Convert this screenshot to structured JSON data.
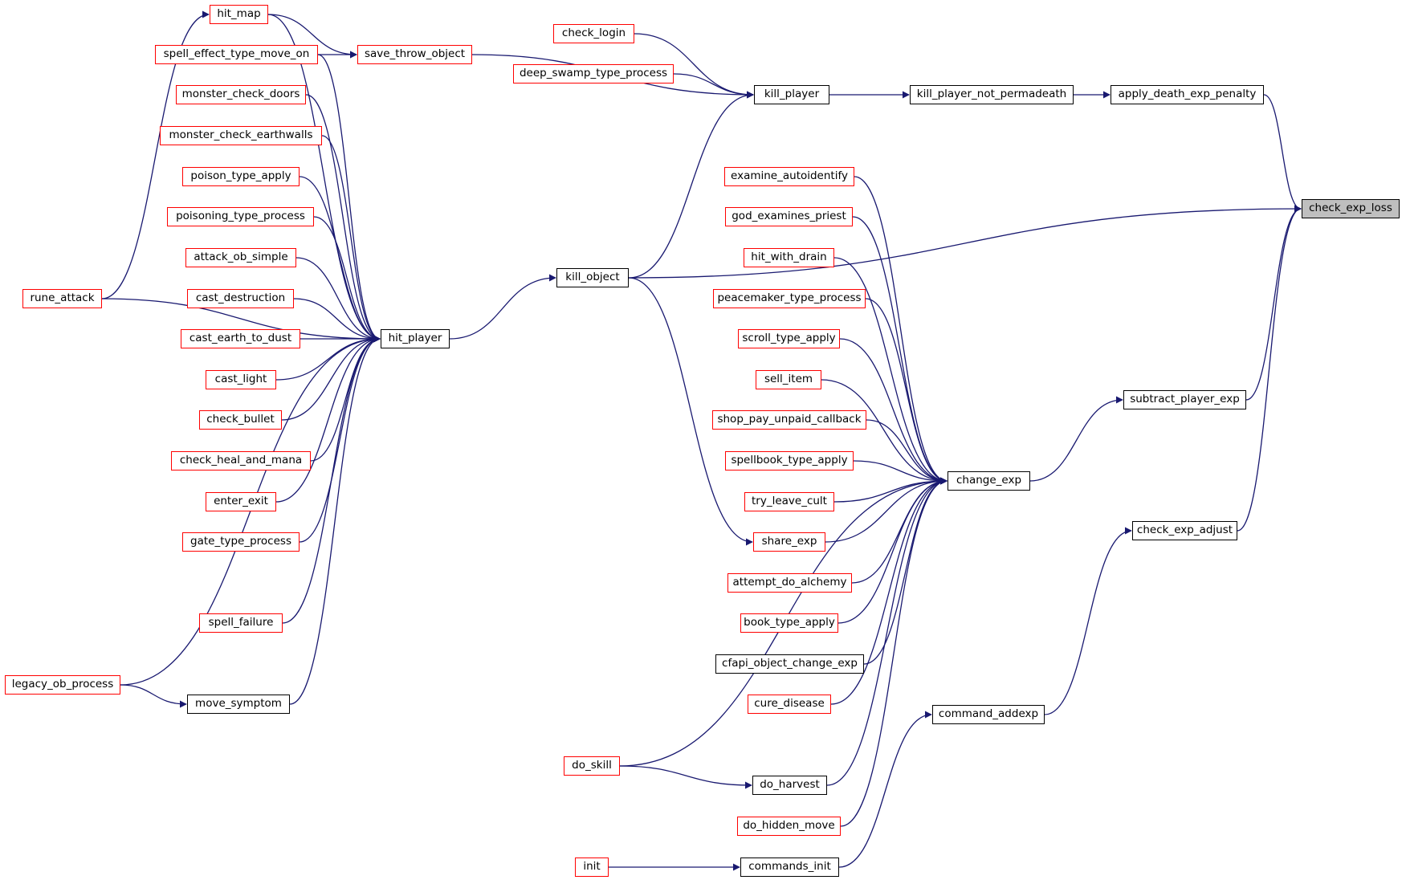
{
  "colors": {
    "edge": "#191970",
    "external_border": "#ff0000",
    "internal_border": "#000000",
    "focus_fill": "#bfbfbf"
  },
  "nodes": [
    {
      "id": "check_exp_loss",
      "label": "check_exp_loss",
      "style": "gray"
    },
    {
      "id": "apply_death_exp_penalty",
      "label": "apply_death_exp_penalty",
      "style": "black"
    },
    {
      "id": "kill_player_not_permadeath",
      "label": "kill_player_not_permadeath",
      "style": "black"
    },
    {
      "id": "kill_player",
      "label": "kill_player",
      "style": "black"
    },
    {
      "id": "check_login",
      "label": "check_login",
      "style": "red"
    },
    {
      "id": "deep_swamp_type_process",
      "label": "deep_swamp_type_process",
      "style": "red"
    },
    {
      "id": "save_throw_object",
      "label": "save_throw_object",
      "style": "red"
    },
    {
      "id": "hit_map",
      "label": "hit_map",
      "style": "red"
    },
    {
      "id": "spell_effect_type_move_on",
      "label": "spell_effect_type_move_on",
      "style": "red"
    },
    {
      "id": "monster_check_doors",
      "label": "monster_check_doors",
      "style": "red"
    },
    {
      "id": "monster_check_earthwalls",
      "label": "monster_check_earthwalls",
      "style": "red"
    },
    {
      "id": "poison_type_apply",
      "label": "poison_type_apply",
      "style": "red"
    },
    {
      "id": "poisoning_type_process",
      "label": "poisoning_type_process",
      "style": "red"
    },
    {
      "id": "attack_ob_simple",
      "label": "attack_ob_simple",
      "style": "red"
    },
    {
      "id": "cast_destruction",
      "label": "cast_destruction",
      "style": "red"
    },
    {
      "id": "cast_earth_to_dust",
      "label": "cast_earth_to_dust",
      "style": "red"
    },
    {
      "id": "cast_light",
      "label": "cast_light",
      "style": "red"
    },
    {
      "id": "check_bullet",
      "label": "check_bullet",
      "style": "red"
    },
    {
      "id": "check_heal_and_mana",
      "label": "check_heal_and_mana",
      "style": "red"
    },
    {
      "id": "enter_exit",
      "label": "enter_exit",
      "style": "red"
    },
    {
      "id": "gate_type_process",
      "label": "gate_type_process",
      "style": "red"
    },
    {
      "id": "spell_failure",
      "label": "spell_failure",
      "style": "red"
    },
    {
      "id": "legacy_ob_process",
      "label": "legacy_ob_process",
      "style": "red"
    },
    {
      "id": "move_symptom",
      "label": "move_symptom",
      "style": "black"
    },
    {
      "id": "rune_attack",
      "label": "rune_attack",
      "style": "red"
    },
    {
      "id": "hit_player",
      "label": "hit_player",
      "style": "black"
    },
    {
      "id": "kill_object",
      "label": "kill_object",
      "style": "black"
    },
    {
      "id": "examine_autoidentify",
      "label": "examine_autoidentify",
      "style": "red"
    },
    {
      "id": "god_examines_priest",
      "label": "god_examines_priest",
      "style": "red"
    },
    {
      "id": "hit_with_drain",
      "label": "hit_with_drain",
      "style": "red"
    },
    {
      "id": "peacemaker_type_process",
      "label": "peacemaker_type_process",
      "style": "red"
    },
    {
      "id": "scroll_type_apply",
      "label": "scroll_type_apply",
      "style": "red"
    },
    {
      "id": "sell_item",
      "label": "sell_item",
      "style": "red"
    },
    {
      "id": "shop_pay_unpaid_callback",
      "label": "shop_pay_unpaid_callback",
      "style": "red"
    },
    {
      "id": "spellbook_type_apply",
      "label": "spellbook_type_apply",
      "style": "red"
    },
    {
      "id": "try_leave_cult",
      "label": "try_leave_cult",
      "style": "red"
    },
    {
      "id": "share_exp",
      "label": "share_exp",
      "style": "red"
    },
    {
      "id": "attempt_do_alchemy",
      "label": "attempt_do_alchemy",
      "style": "red"
    },
    {
      "id": "book_type_apply",
      "label": "book_type_apply",
      "style": "red"
    },
    {
      "id": "cfapi_object_change_exp",
      "label": "cfapi_object_change_exp",
      "style": "black"
    },
    {
      "id": "cure_disease",
      "label": "cure_disease",
      "style": "red"
    },
    {
      "id": "do_skill",
      "label": "do_skill",
      "style": "red"
    },
    {
      "id": "do_harvest",
      "label": "do_harvest",
      "style": "black"
    },
    {
      "id": "do_hidden_move",
      "label": "do_hidden_move",
      "style": "red"
    },
    {
      "id": "init",
      "label": "init",
      "style": "red"
    },
    {
      "id": "commands_init",
      "label": "commands_init",
      "style": "black"
    },
    {
      "id": "change_exp",
      "label": "change_exp",
      "style": "black"
    },
    {
      "id": "subtract_player_exp",
      "label": "subtract_player_exp",
      "style": "black"
    },
    {
      "id": "check_exp_adjust",
      "label": "check_exp_adjust",
      "style": "black"
    },
    {
      "id": "command_addexp",
      "label": "command_addexp",
      "style": "black"
    }
  ],
  "edges": [
    [
      "apply_death_exp_penalty",
      "check_exp_loss"
    ],
    [
      "kill_player_not_permadeath",
      "apply_death_exp_penalty"
    ],
    [
      "kill_player",
      "kill_player_not_permadeath"
    ],
    [
      "check_login",
      "kill_player"
    ],
    [
      "deep_swamp_type_process",
      "kill_player"
    ],
    [
      "save_throw_object",
      "kill_player"
    ],
    [
      "kill_object",
      "kill_player"
    ],
    [
      "kill_object",
      "check_exp_loss"
    ],
    [
      "hit_map",
      "save_throw_object"
    ],
    [
      "spell_effect_type_move_on",
      "save_throw_object"
    ],
    [
      "rune_attack",
      "hit_map"
    ],
    [
      "hit_map",
      "hit_player"
    ],
    [
      "spell_effect_type_move_on",
      "hit_player"
    ],
    [
      "monster_check_doors",
      "hit_player"
    ],
    [
      "monster_check_earthwalls",
      "hit_player"
    ],
    [
      "poison_type_apply",
      "hit_player"
    ],
    [
      "poisoning_type_process",
      "hit_player"
    ],
    [
      "attack_ob_simple",
      "hit_player"
    ],
    [
      "cast_destruction",
      "hit_player"
    ],
    [
      "cast_earth_to_dust",
      "hit_player"
    ],
    [
      "cast_light",
      "hit_player"
    ],
    [
      "check_bullet",
      "hit_player"
    ],
    [
      "check_heal_and_mana",
      "hit_player"
    ],
    [
      "enter_exit",
      "hit_player"
    ],
    [
      "gate_type_process",
      "hit_player"
    ],
    [
      "rune_attack",
      "hit_player"
    ],
    [
      "spell_failure",
      "hit_player"
    ],
    [
      "legacy_ob_process",
      "hit_player"
    ],
    [
      "move_symptom",
      "hit_player"
    ],
    [
      "legacy_ob_process",
      "move_symptom"
    ],
    [
      "hit_player",
      "kill_object"
    ],
    [
      "kill_object",
      "share_exp"
    ],
    [
      "examine_autoidentify",
      "change_exp"
    ],
    [
      "god_examines_priest",
      "change_exp"
    ],
    [
      "hit_with_drain",
      "change_exp"
    ],
    [
      "peacemaker_type_process",
      "change_exp"
    ],
    [
      "scroll_type_apply",
      "change_exp"
    ],
    [
      "sell_item",
      "change_exp"
    ],
    [
      "shop_pay_unpaid_callback",
      "change_exp"
    ],
    [
      "spellbook_type_apply",
      "change_exp"
    ],
    [
      "try_leave_cult",
      "change_exp"
    ],
    [
      "share_exp",
      "change_exp"
    ],
    [
      "attempt_do_alchemy",
      "change_exp"
    ],
    [
      "book_type_apply",
      "change_exp"
    ],
    [
      "cfapi_object_change_exp",
      "change_exp"
    ],
    [
      "cure_disease",
      "change_exp"
    ],
    [
      "do_skill",
      "change_exp"
    ],
    [
      "do_harvest",
      "change_exp"
    ],
    [
      "do_hidden_move",
      "change_exp"
    ],
    [
      "do_skill",
      "do_harvest"
    ],
    [
      "change_exp",
      "subtract_player_exp"
    ],
    [
      "subtract_player_exp",
      "check_exp_loss"
    ],
    [
      "check_exp_adjust",
      "check_exp_loss"
    ],
    [
      "command_addexp",
      "check_exp_adjust"
    ],
    [
      "commands_init",
      "command_addexp"
    ],
    [
      "init",
      "commands_init"
    ]
  ]
}
